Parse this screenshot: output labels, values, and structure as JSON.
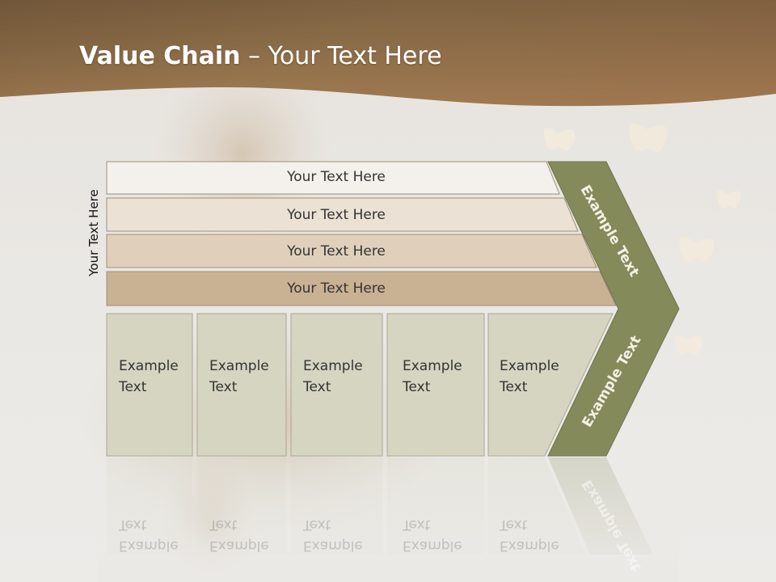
{
  "slide": {
    "title_bold": "Value Chain",
    "title_rest": " – Your Text Here",
    "side_label": "Your Text Here"
  },
  "bars": [
    {
      "label": "Your Text Here",
      "color": "#f4f1ec"
    },
    {
      "label": "Your Text Here",
      "color": "#ebe1d4"
    },
    {
      "label": "Your Text Here",
      "color": "#e0d0bb"
    },
    {
      "label": "Your Text Here",
      "color": "#c9b194"
    }
  ],
  "boxes": [
    {
      "line1": "Example",
      "line2": "Text"
    },
    {
      "line1": "Example",
      "line2": "Text"
    },
    {
      "line1": "Example",
      "line2": "Text"
    },
    {
      "line1": "Example",
      "line2": "Text"
    },
    {
      "line1": "Example",
      "line2": "Text"
    }
  ],
  "chevron": {
    "upper_label": "Example Text",
    "lower_label": "Example Text",
    "color": "#858a5b"
  },
  "colors": {
    "header_brown": "#9a7548",
    "box_fill": "#d5d5c2"
  }
}
